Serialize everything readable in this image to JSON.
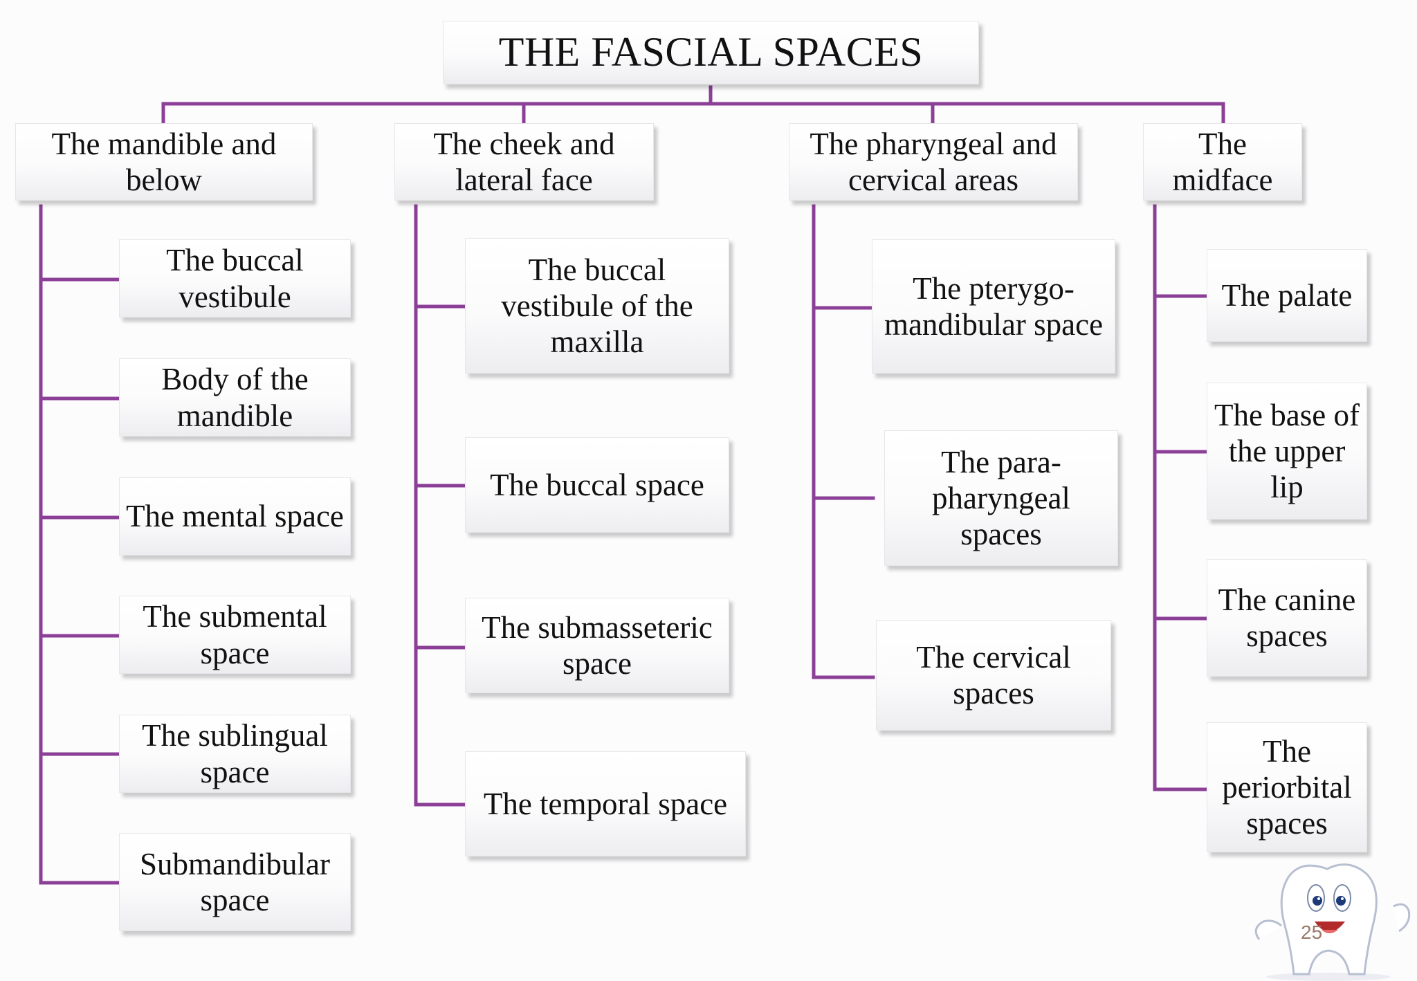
{
  "title": "THE FASCIAL SPACES",
  "line_color": "#8b3f96",
  "columns": [
    {
      "header": "The mandible and\nbelow",
      "items": [
        "The buccal\nvestibule",
        "Body of the\nmandible",
        "The mental space",
        "The submental\nspace",
        "The sublingual\nspace",
        "Submandibular\nspace"
      ]
    },
    {
      "header": "The cheek and\nlateral face",
      "items": [
        "The buccal\nvestibule of the\nmaxilla",
        "The buccal space",
        "The submasseteric\nspace",
        "The temporal space"
      ]
    },
    {
      "header": "The pharyngeal and\ncervical areas",
      "items": [
        "The pterygo-\nmandibular space",
        "The para-\npharyngeal\nspaces",
        "The cervical\nspaces"
      ]
    },
    {
      "header": "The\nmidface",
      "items": [
        "The palate",
        "The base of\nthe upper\nlip",
        "The canine\nspaces",
        "The\nperiorbital\nspaces"
      ]
    }
  ],
  "page_number": "25",
  "mascot_icon": "tooth-mascot-icon"
}
